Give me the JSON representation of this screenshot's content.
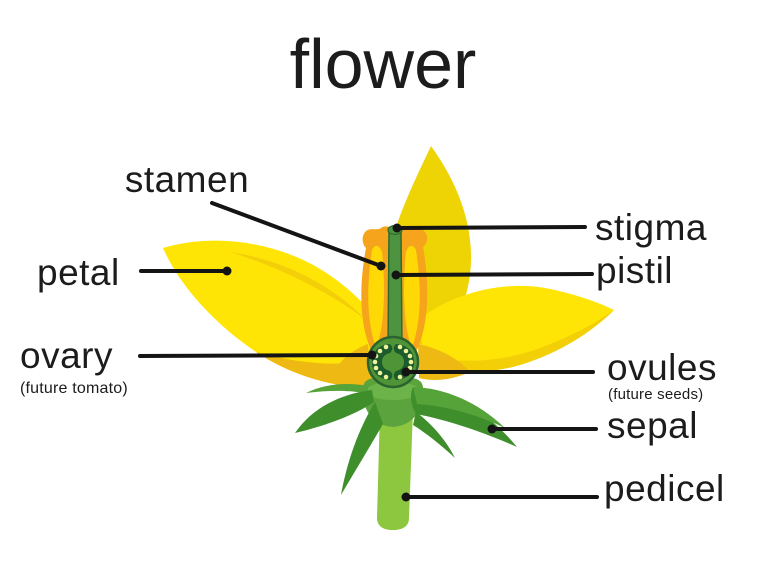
{
  "title": "flower",
  "labels": {
    "stamen": "stamen",
    "petal": "petal",
    "ovary": "ovary",
    "ovary_sub": "(future tomato)",
    "stigma": "stigma",
    "pistil": "pistil",
    "ovules": "ovules",
    "ovules_sub": "(future seeds)",
    "sepal": "sepal",
    "pedicel": "pedicel"
  },
  "palette": {
    "background": "#ffffff",
    "text": "#1c1c1c",
    "line": "#141414",
    "petal": "#ffe506",
    "petal_shade": "#efb913",
    "petal_streak": "#f3cf08",
    "top_petal": "#efd405",
    "stamen_orange": "#f5a41c",
    "stamen_yellow": "#ffd905",
    "pistil_green": "#4e9440",
    "pistil_outline": "#2e6b2e",
    "ovary_ring": "#4f9437",
    "ovary_outline": "#2a6330",
    "locule": "#1c5b2b",
    "ovule": "#f0f39e",
    "receptacle": "#5ba33c",
    "receptacle_light": "#6cb449",
    "sepal_dark": "#3f8e2c",
    "sepal_mid": "#55a339",
    "stem": "#8dc63f"
  }
}
